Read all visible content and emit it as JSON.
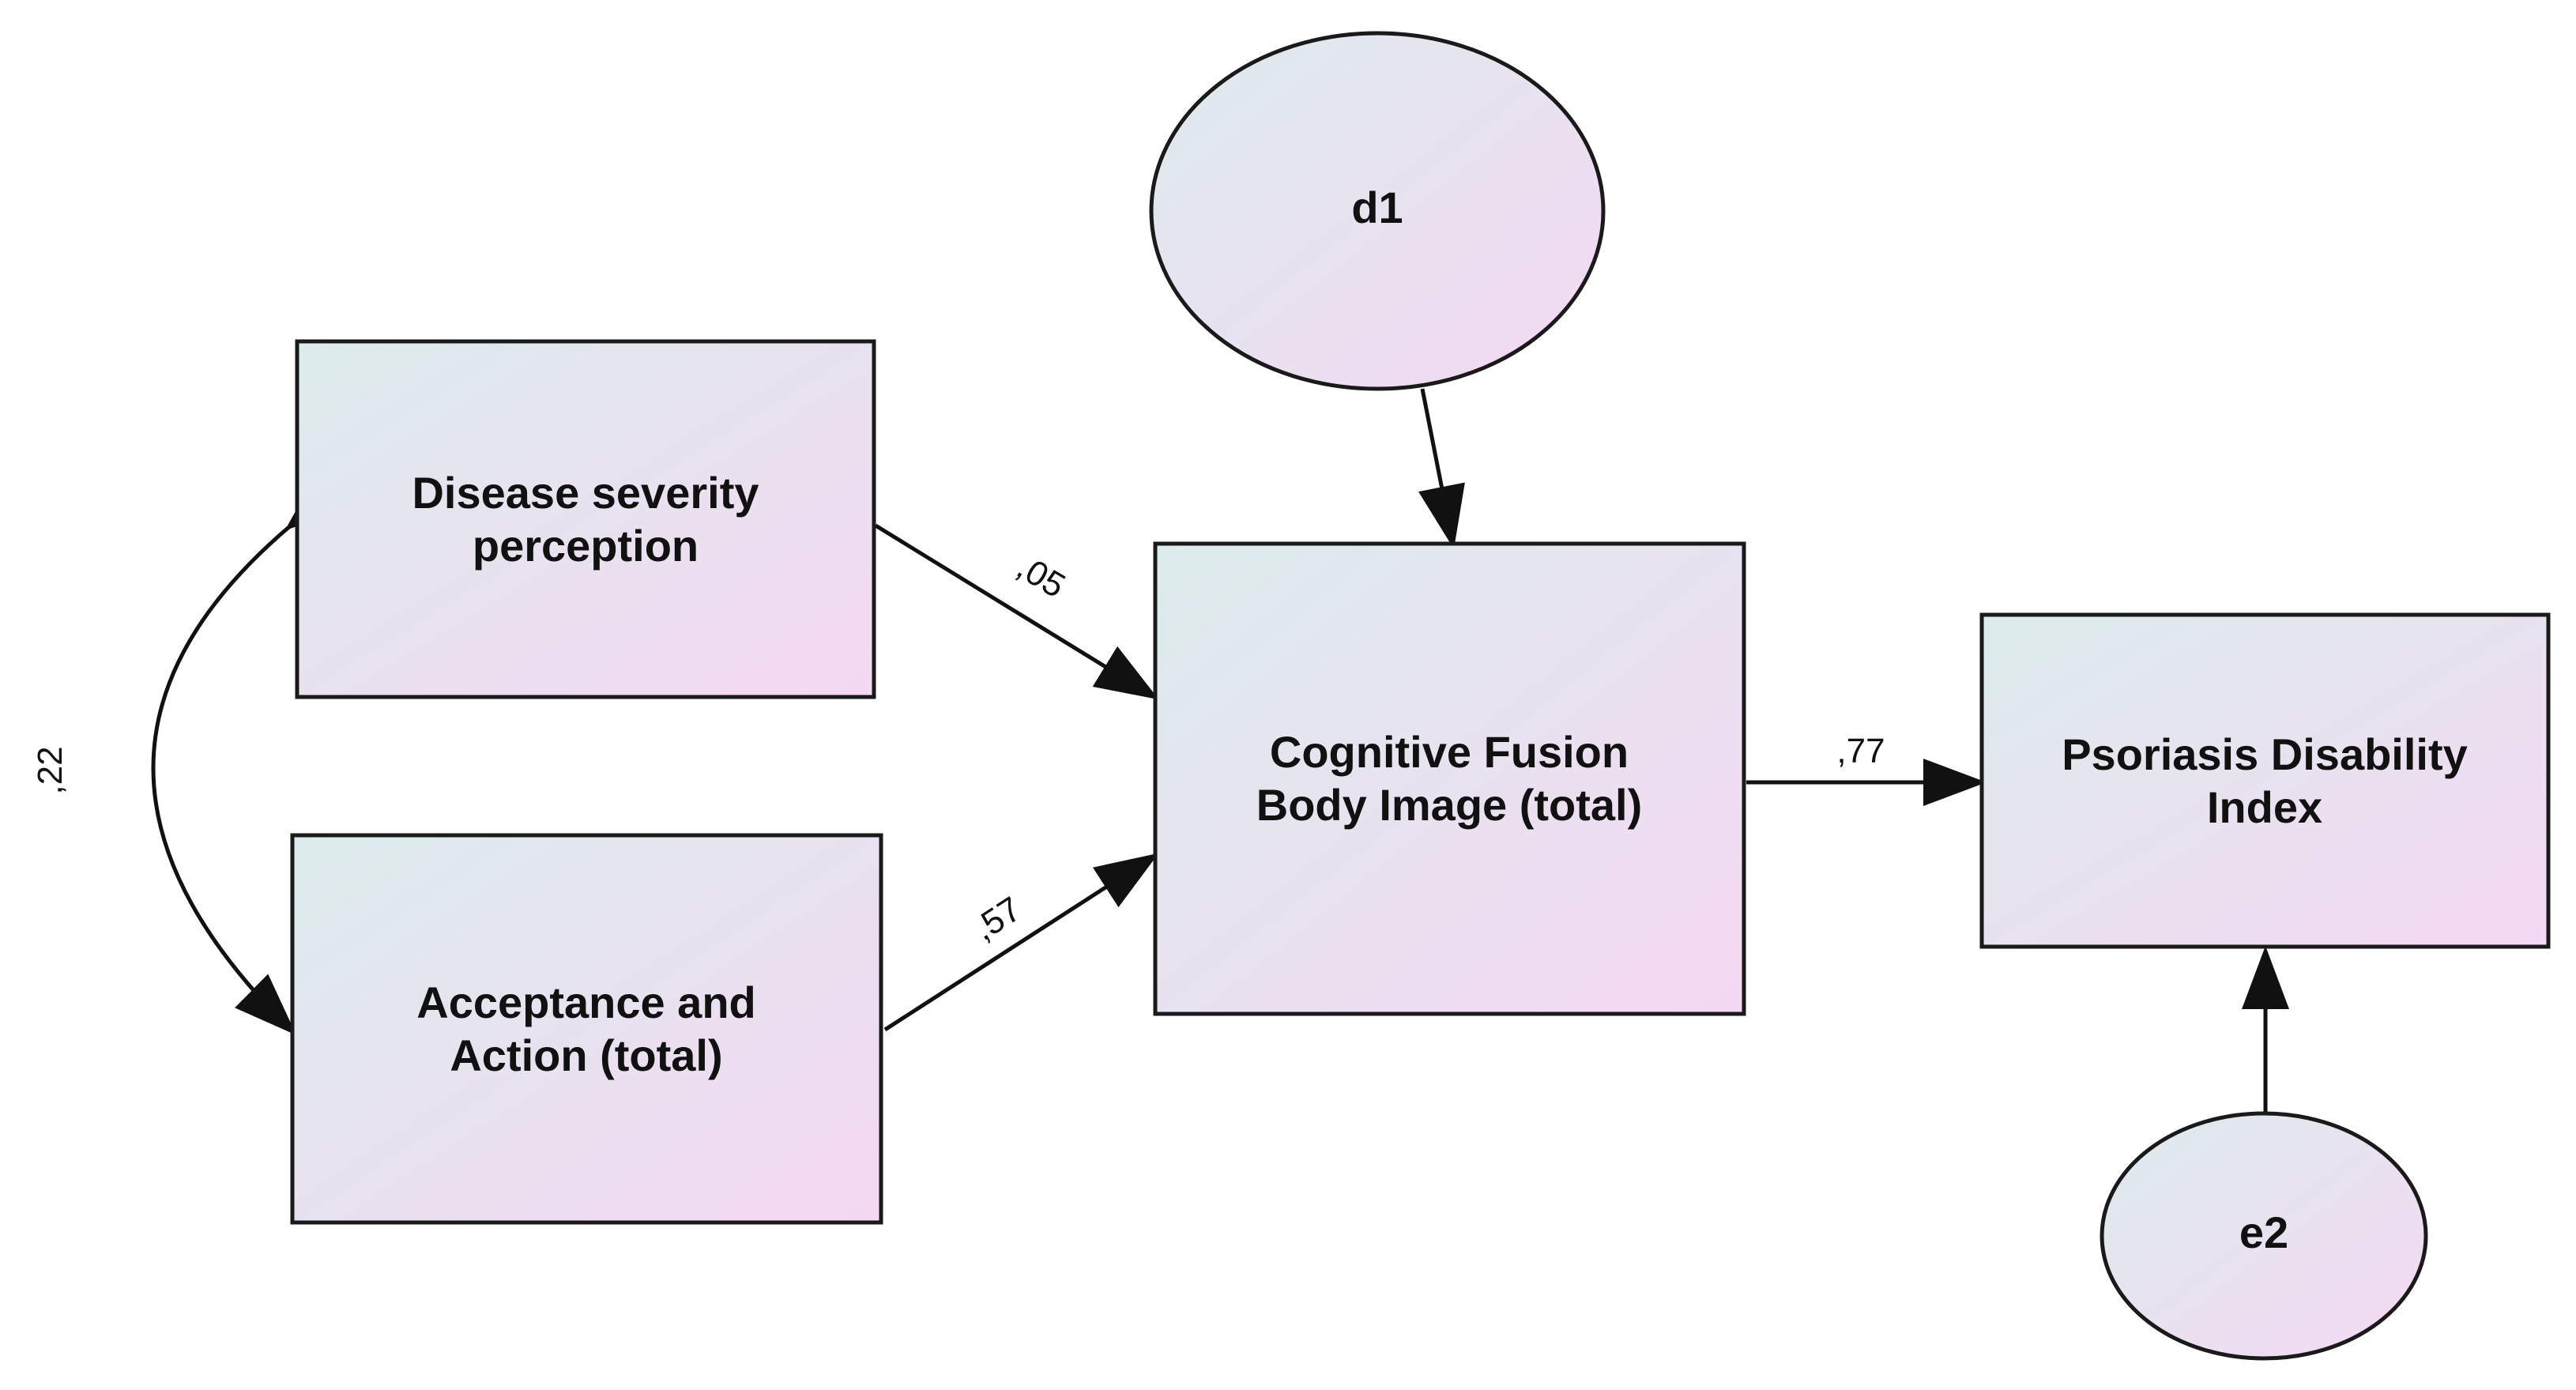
{
  "diagram": {
    "nodes": {
      "disease_severity": {
        "lines": [
          "Disease severity",
          "perception"
        ]
      },
      "acceptance_action": {
        "lines": [
          "Acceptance and",
          "Action (total)"
        ]
      },
      "cognitive_fusion": {
        "lines": [
          "Cognitive Fusion",
          "Body Image (total)"
        ]
      },
      "psoriasis_disability": {
        "lines": [
          "Psoriasis Disability",
          "Index"
        ]
      },
      "d1": {
        "label": "d1"
      },
      "e2": {
        "label": "e2"
      }
    },
    "edges": {
      "covariance": {
        "from": "disease_severity",
        "to": "acceptance_action",
        "label": ",22",
        "type": "bidirectional"
      },
      "ds_to_cf": {
        "from": "disease_severity",
        "to": "cognitive_fusion",
        "label": ",05"
      },
      "aa_to_cf": {
        "from": "acceptance_action",
        "to": "cognitive_fusion",
        "label": ",57"
      },
      "cf_to_pdi": {
        "from": "cognitive_fusion",
        "to": "psoriasis_disability",
        "label": ",77"
      },
      "d1_to_cf": {
        "from": "d1",
        "to": "cognitive_fusion",
        "label": ""
      },
      "e2_to_pdi": {
        "from": "e2",
        "to": "psoriasis_disability",
        "label": ""
      }
    },
    "colors": {
      "fill_start": "#dcecec",
      "fill_end": "#f5d8f3",
      "stroke": "#1a1a1a"
    }
  }
}
